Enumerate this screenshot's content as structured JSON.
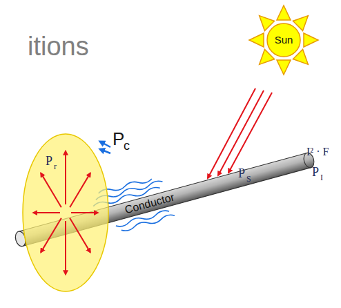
{
  "diagram": {
    "nodes": [
      {
        "text": [
          "Sun"
        ]
      },
      {
        "text": [
          "Conductor"
        ]
      }
    ],
    "labels": [
      "itions",
      "P",
      "S",
      "P",
      "c",
      "P",
      "r",
      "I² · F",
      "P",
      "I"
    ]
  }
}
